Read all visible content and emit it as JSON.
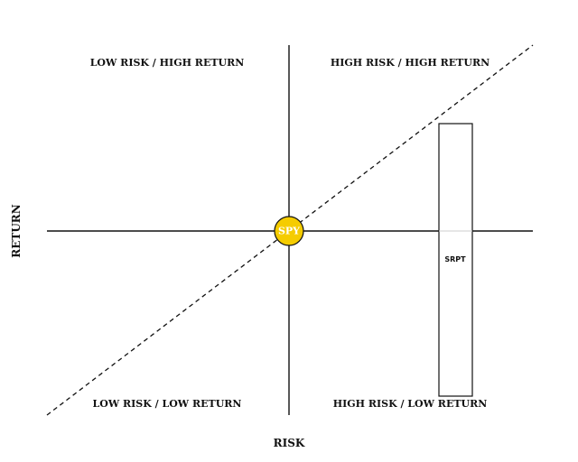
{
  "quadrants": {
    "top_left": "LOW RISK / HIGH RETURN",
    "top_right": "HIGH RISK / HIGH RETURN",
    "bottom_left": "LOW RISK / LOW RETURN",
    "bottom_right": "HIGH RISK / LOW RETURN"
  },
  "axes": {
    "x_label": "RISK",
    "y_label": "RETURN"
  },
  "benchmark": {
    "label": "SPY",
    "color": "#f5cc00"
  },
  "asset": {
    "label": "SRPT"
  },
  "colors": {
    "line": "#111111",
    "box_fill": "#ffffff"
  }
}
